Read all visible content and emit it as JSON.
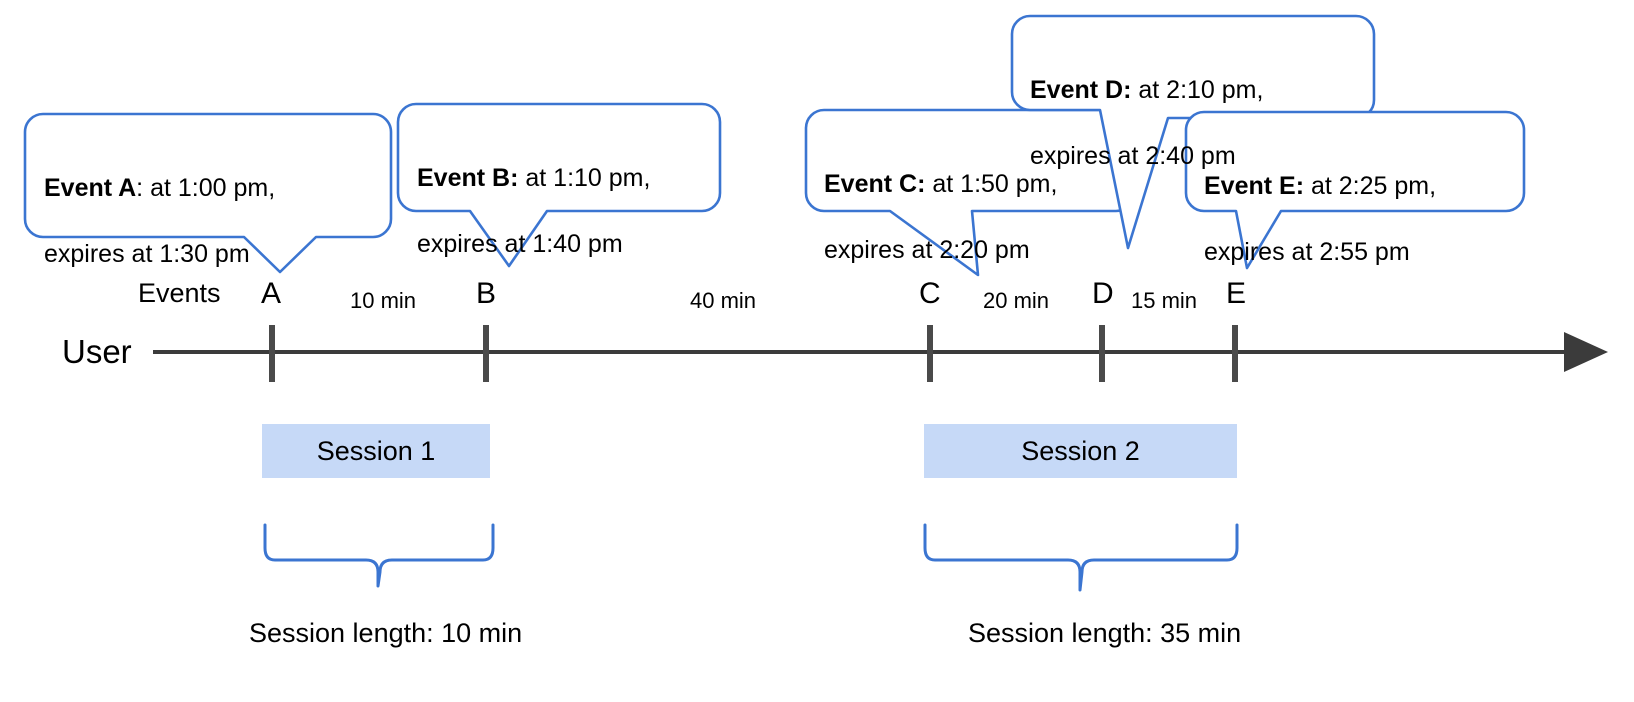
{
  "diagram": {
    "title": "User session timeline with expiring events",
    "colors": {
      "callout_stroke": "#3b75d1",
      "session_fill": "#c6d9f7",
      "axis": "#3b3b3b",
      "text": "#000000"
    },
    "axis": {
      "row_label": "User",
      "events_label": "Events",
      "direction": "left-to-right-arrow"
    },
    "events": [
      {
        "key": "A",
        "marker": "A",
        "name": "Event A",
        "separator": ": ",
        "line1": "at 1:00 pm,",
        "line2": "expires at 1:30 pm",
        "bold_includes_colon": false,
        "occurs_at": "1:00 pm",
        "expires_at": "1:30 pm"
      },
      {
        "key": "B",
        "marker": "B",
        "name": "Event B",
        "separator": ": ",
        "line1": "at 1:10 pm,",
        "line2": "expires at 1:40 pm",
        "bold_includes_colon": true,
        "occurs_at": "1:10 pm",
        "expires_at": "1:40 pm"
      },
      {
        "key": "C",
        "marker": "C",
        "name": "Event C",
        "separator": ": ",
        "line1": "at 1:50 pm,",
        "line2": "expires at 2:20 pm",
        "bold_includes_colon": true,
        "occurs_at": "1:50 pm",
        "expires_at": "2:20 pm"
      },
      {
        "key": "D",
        "marker": "D",
        "name": "Event D",
        "separator": ": ",
        "line1": "at 2:10 pm,",
        "line2": "expires at 2:40 pm",
        "bold_includes_colon": true,
        "occurs_at": "2:10 pm",
        "expires_at": "2:40 pm"
      },
      {
        "key": "E",
        "marker": "E",
        "name": "Event E",
        "separator": ": ",
        "line1": "at 2:25 pm,",
        "line2": "expires at 2:55 pm",
        "bold_includes_colon": true,
        "occurs_at": "2:25 pm",
        "expires_at": "2:55 pm"
      }
    ],
    "callout_text": {
      "A": "Event A: at 1:00 pm,\nexpires at 1:30 pm",
      "B": "Event B: at 1:10 pm,\nexpires at 1:40 pm",
      "C": "Event C: at 1:50 pm,\nexpires at 2:20 pm",
      "D": "Event D: at 2:10 pm,\nexpires at 2:40 pm",
      "E": "Event E: at 2:25 pm,\nexpires at 2:55 pm"
    },
    "gaps": [
      {
        "from": "A",
        "to": "B",
        "label": "10 min"
      },
      {
        "from": "B",
        "to": "C",
        "label": "40 min"
      },
      {
        "from": "C",
        "to": "D",
        "label": "20 min"
      },
      {
        "from": "D",
        "to": "E",
        "label": "15 min"
      }
    ],
    "sessions": [
      {
        "id": 1,
        "label": "Session 1",
        "length_label": "Session length: 10 min",
        "spans": [
          "A",
          "B"
        ],
        "length_minutes": 10
      },
      {
        "id": 2,
        "label": "Session 2",
        "length_label": "Session length: 35 min",
        "spans": [
          "C",
          "D",
          "E"
        ],
        "length_minutes": 35
      }
    ]
  }
}
